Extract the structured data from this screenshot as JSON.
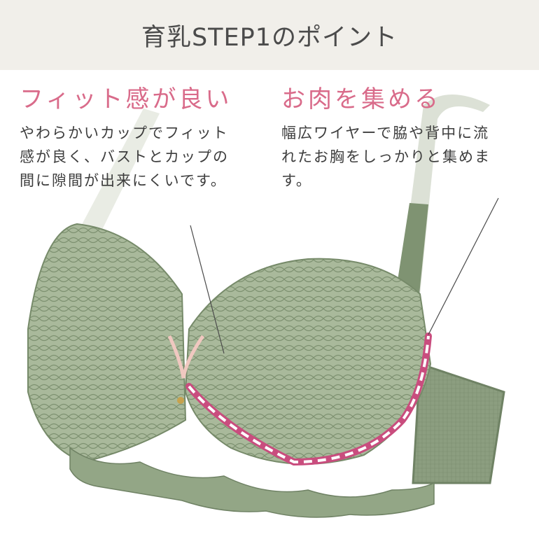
{
  "header": {
    "title": "育乳STEP1のポイント"
  },
  "points": [
    {
      "heading": "フィット感が良い",
      "body_lines": [
        "やわらかいカップでフィット",
        "感が良く、バストとカップの",
        "間に隙間が出来にくいです。"
      ]
    },
    {
      "heading": "お肉を集める",
      "body_lines": [
        "幅広ワイヤーで脇や背中に流",
        "れたお胸をしっかりと集めま",
        "す。"
      ]
    }
  ],
  "colors": {
    "header_bg": "#f1efea",
    "heading_accent": "#d96b8a",
    "product_green": "#8a9c7c",
    "wire_dash": "#c94d7e"
  }
}
